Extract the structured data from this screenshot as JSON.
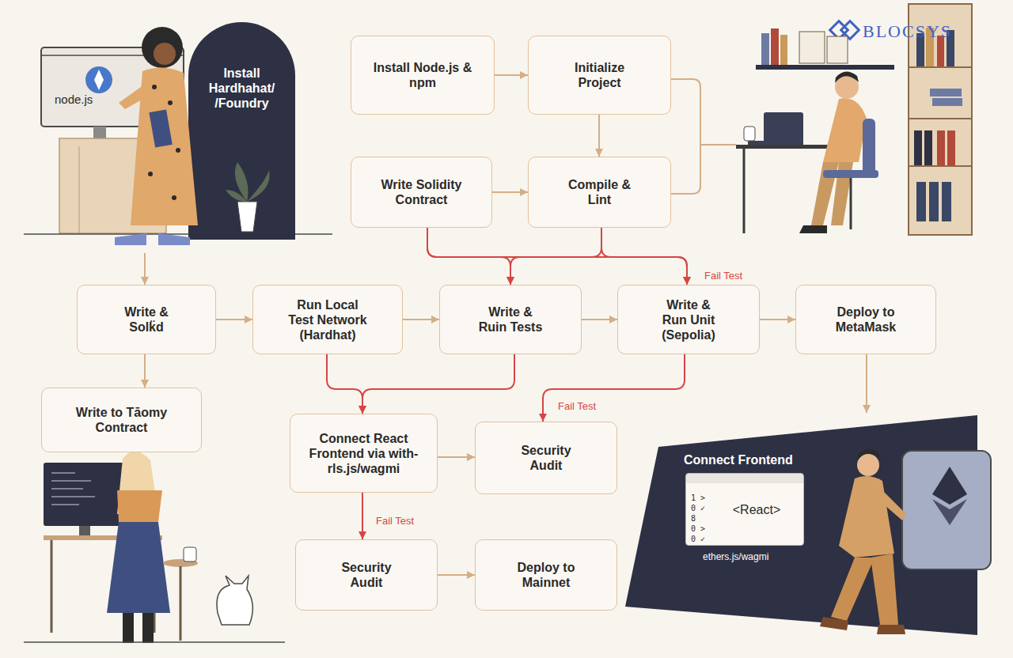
{
  "diagram": {
    "nodes": [
      {
        "text": [
          "Install Hardhahat/ /Foundry"
        ]
      },
      {
        "text": [
          "Install Node.js & npm"
        ]
      },
      {
        "text": [
          "Initialize Project"
        ]
      },
      {
        "text": [
          "Write Solidity Contract"
        ]
      },
      {
        "text": [
          "Compile & Lint"
        ]
      },
      {
        "text": [
          "Write & Solk̈d"
        ]
      },
      {
        "text": [
          "Run Local Test Network (Hardhat)"
        ]
      },
      {
        "text": [
          "Write & Ruin Tests"
        ]
      },
      {
        "text": [
          "Write & Run Unit (Sepolia)"
        ]
      },
      {
        "text": [
          "Deploy to MetaMask"
        ]
      },
      {
        "text": [
          "Write to Tāomy Contract"
        ]
      },
      {
        "text": [
          "Connect React Frontend via with-rls.js/wagmi"
        ]
      },
      {
        "text": [
          "Security Audit"
        ]
      },
      {
        "text": [
          "Security Audit"
        ]
      },
      {
        "text": [
          "Deploy to Mainnet"
        ]
      },
      {
        "text": [
          "Connect Frontend",
          "ethers.js/wagmi"
        ]
      },
      {
        "text": [
          "<React>"
        ],
        "in": 15
      }
    ],
    "edges": [
      {
        "from": 0,
        "to": 5,
        "arrow": "to"
      },
      {
        "from": 1,
        "to": 2,
        "arrow": "to"
      },
      {
        "from": 3,
        "to": 4,
        "arrow": "to"
      },
      {
        "from": 2,
        "to": 4,
        "arrow": "to"
      },
      {
        "from": 3,
        "to": 7,
        "arrow": "to"
      },
      {
        "from": 4,
        "to": 7,
        "arrow": "to"
      },
      {
        "from": 3,
        "to": 8,
        "arrow": "to"
      },
      {
        "from": 4,
        "to": 8,
        "label": "Fail Test",
        "arrow": "to"
      },
      {
        "from": 5,
        "to": 6,
        "arrow": "to"
      },
      {
        "from": 6,
        "to": 7,
        "arrow": "to"
      },
      {
        "from": 7,
        "to": 8,
        "arrow": "to"
      },
      {
        "from": 8,
        "to": 9,
        "arrow": "to"
      },
      {
        "from": 5,
        "to": 10,
        "arrow": "to"
      },
      {
        "from": 6,
        "to": 11,
        "arrow": "to"
      },
      {
        "from": 7,
        "to": 11,
        "arrow": "to"
      },
      {
        "from": 8,
        "to": 12,
        "label": "Fail Test",
        "arrow": "to"
      },
      {
        "from": 11,
        "to": 12,
        "arrow": "to"
      },
      {
        "from": 11,
        "to": 13,
        "label": "Fail Test",
        "arrow": "to"
      },
      {
        "from": 13,
        "to": 14,
        "arrow": "to"
      },
      {
        "from": 9,
        "to": 15,
        "arrow": "to"
      }
    ],
    "labels": [
      "node.js",
      "BLOCSYS",
      "1 >",
      "0 ✓",
      "8",
      "0 >",
      "0 ✓"
    ]
  }
}
